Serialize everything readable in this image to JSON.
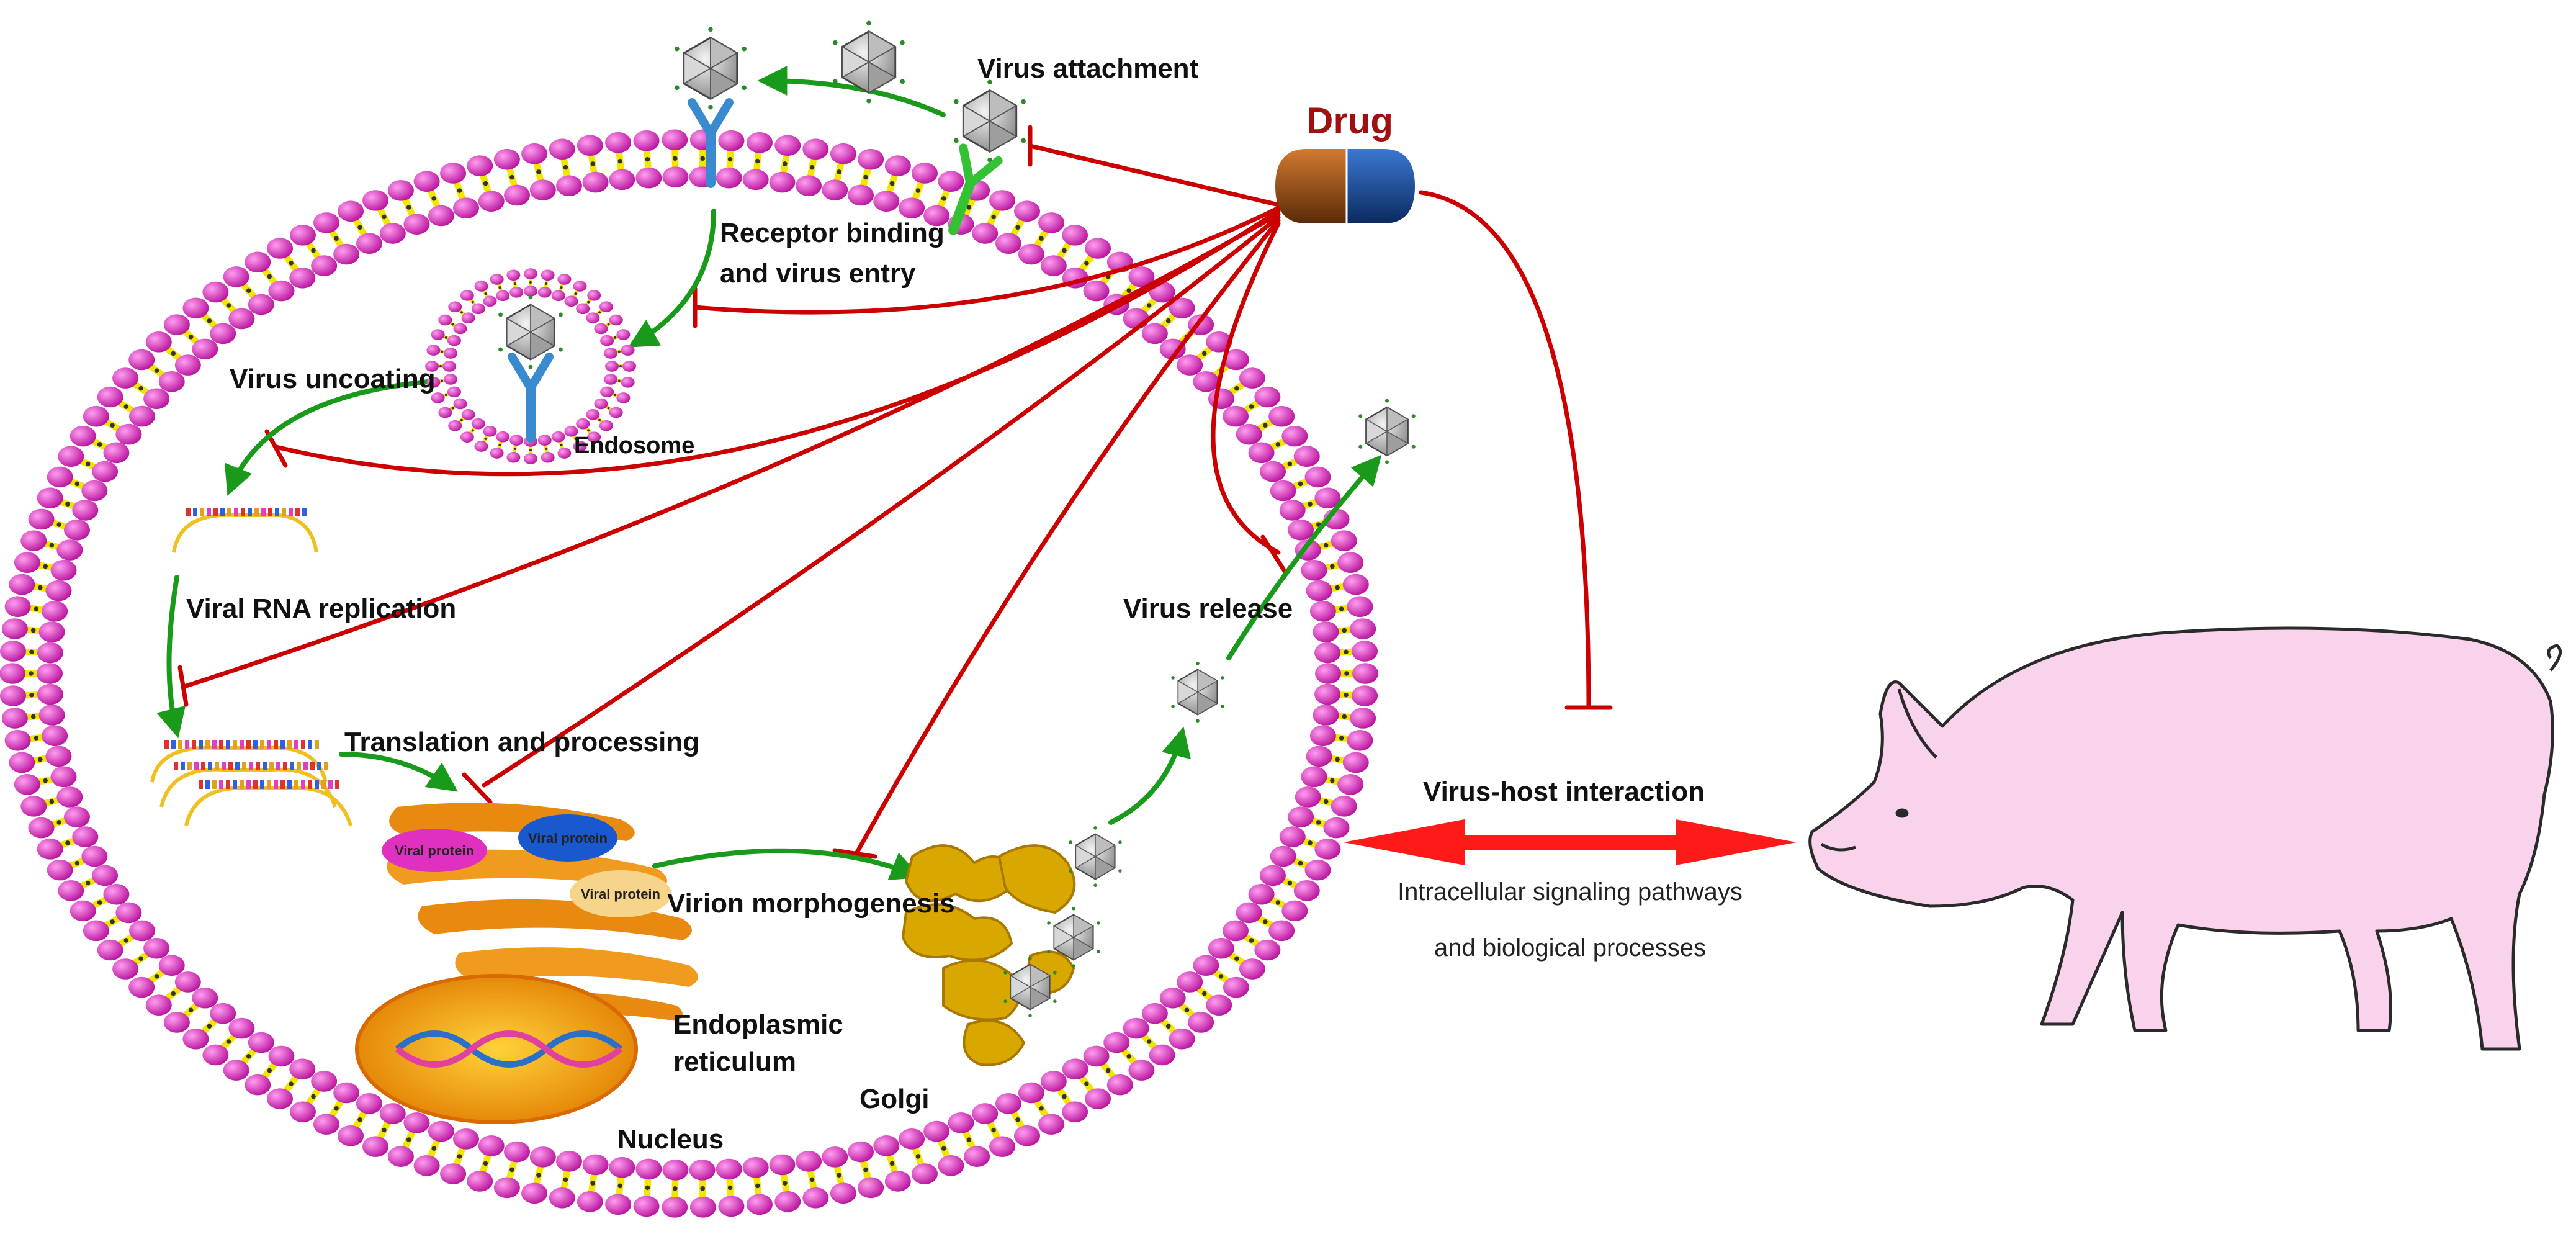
{
  "labels": {
    "drug": "Drug",
    "virus_attachment": "Virus attachment",
    "receptor_binding_1": "Receptor binding",
    "receptor_binding_2": "and virus entry",
    "virus_uncoating": "Virus uncoating",
    "endosome": "Endosome",
    "viral_rna_replication": "Viral RNA replication",
    "translation_processing": "Translation and processing",
    "viral_protein": "Viral protein",
    "virion_morphogenesis": "Virion morphogenesis",
    "endoplasmic_1": "Endoplasmic",
    "endoplasmic_2": "reticulum",
    "nucleus": "Nucleus",
    "golgi": "Golgi",
    "virus_release": "Virus release",
    "virus_host_interaction": "Virus-host interaction",
    "signaling_1": "Intracellular signaling pathways",
    "signaling_2": "and biological processes"
  },
  "colors": {
    "membrane_head": "#e040c8",
    "membrane_tail": "#f2e600",
    "inhibition": "#cc0000",
    "flow_arrow": "#1a9a1a",
    "interaction_arrow": "#ff1a1a",
    "drug_left": "#a0521a",
    "drug_right": "#1a4aa0",
    "drug_label": "#a01010",
    "pig": "#f9d2ec",
    "er": "#e88a10",
    "golgi": "#d9a800",
    "nucleus": "#f0a000"
  },
  "icons": [
    "virus-icon",
    "receptor-icon",
    "drug-capsule-icon",
    "pig-icon",
    "rna-icon",
    "dna-helix-icon"
  ]
}
